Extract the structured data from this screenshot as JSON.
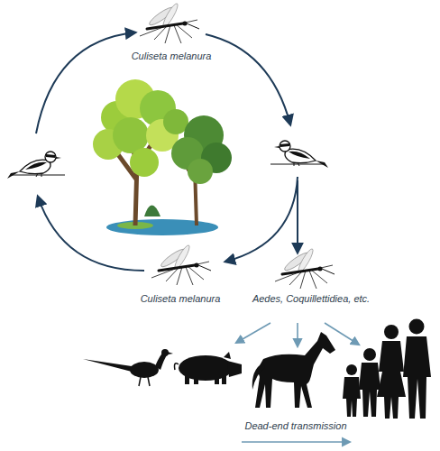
{
  "diagram": {
    "labels": [
      "Culiseta melanura",
      "Culiseta melanura",
      "Aedes, Coquillettidiea, etc.",
      "Dead-end transmission"
    ]
  }
}
